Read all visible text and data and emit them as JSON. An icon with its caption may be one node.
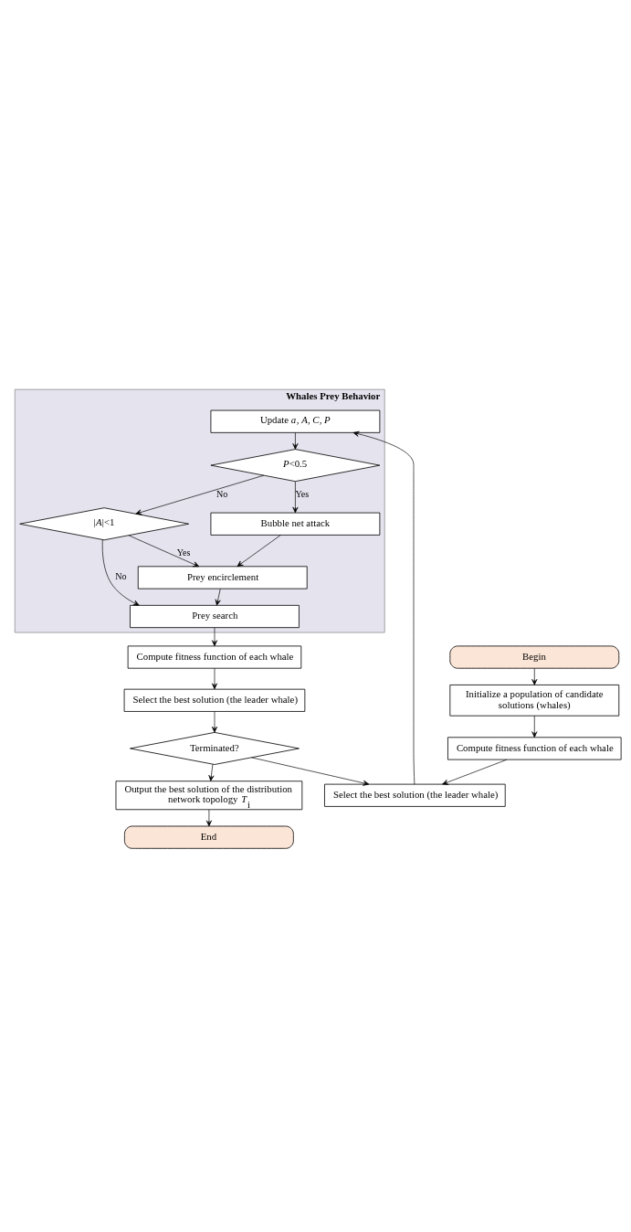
{
  "diagram": {
    "nodes": [
      {
        "text": [
          "Begin"
        ]
      },
      {
        "text": [
          "Initialize a population of candidate solutions (whales)"
        ]
      },
      {
        "text": [
          "Compute fitness function of each whale"
        ]
      },
      {
        "text": [
          "Select the best solution (the leader whale)"
        ]
      },
      {
        "text": [
          "Whales Prey Behavior"
        ]
      },
      {
        "text": [
          "Update *a*, *A*, *C*, *P*"
        ],
        "in": 4
      },
      {
        "text": [
          "*P*<0.5"
        ],
        "in": 4
      },
      {
        "text": [
          "|*A*|<1"
        ],
        "in": 4
      },
      {
        "text": [
          "Bubble net attack"
        ],
        "in": 4
      },
      {
        "text": [
          "Prey encirclement"
        ],
        "in": 4
      },
      {
        "text": [
          "Prey search"
        ],
        "in": 4
      },
      {
        "text": [
          "Compute fitness function of each whale"
        ]
      },
      {
        "text": [
          "Select the best solution (the leader whale)"
        ]
      },
      {
        "text": [
          "Terminated?"
        ]
      },
      {
        "text": [
          "Output the best solution of the distribution network topology *T*$_{i}$"
        ]
      },
      {
        "text": [
          "End"
        ]
      }
    ],
    "edges": [
      {
        "from": 0,
        "to": 1,
        "arrow": "to"
      },
      {
        "from": 1,
        "to": 2,
        "arrow": "to"
      },
      {
        "from": 2,
        "to": 3,
        "arrow": "to"
      },
      {
        "from": 3,
        "to": 5,
        "arrow": "to"
      },
      {
        "from": 5,
        "to": 6,
        "arrow": "to"
      },
      {
        "from": 6,
        "to": 8,
        "label": "Yes",
        "arrow": "to"
      },
      {
        "from": 6,
        "to": 7,
        "label": "No",
        "arrow": "to"
      },
      {
        "from": 7,
        "to": 9,
        "label": "Yes",
        "arrow": "to"
      },
      {
        "from": 8,
        "to": 9,
        "arrow": "to"
      },
      {
        "from": 7,
        "to": 10,
        "label": "No",
        "arrow": "to"
      },
      {
        "from": 9,
        "to": 10,
        "arrow": "to"
      },
      {
        "from": 10,
        "to": 11,
        "arrow": "to"
      },
      {
        "from": 11,
        "to": 12,
        "arrow": "to"
      },
      {
        "from": 12,
        "to": 13,
        "arrow": "to"
      },
      {
        "from": 13,
        "to": 3,
        "arrow": "to"
      },
      {
        "from": 13,
        "to": 14,
        "arrow": "to"
      },
      {
        "from": 14,
        "to": 15,
        "arrow": "to"
      }
    ]
  }
}
